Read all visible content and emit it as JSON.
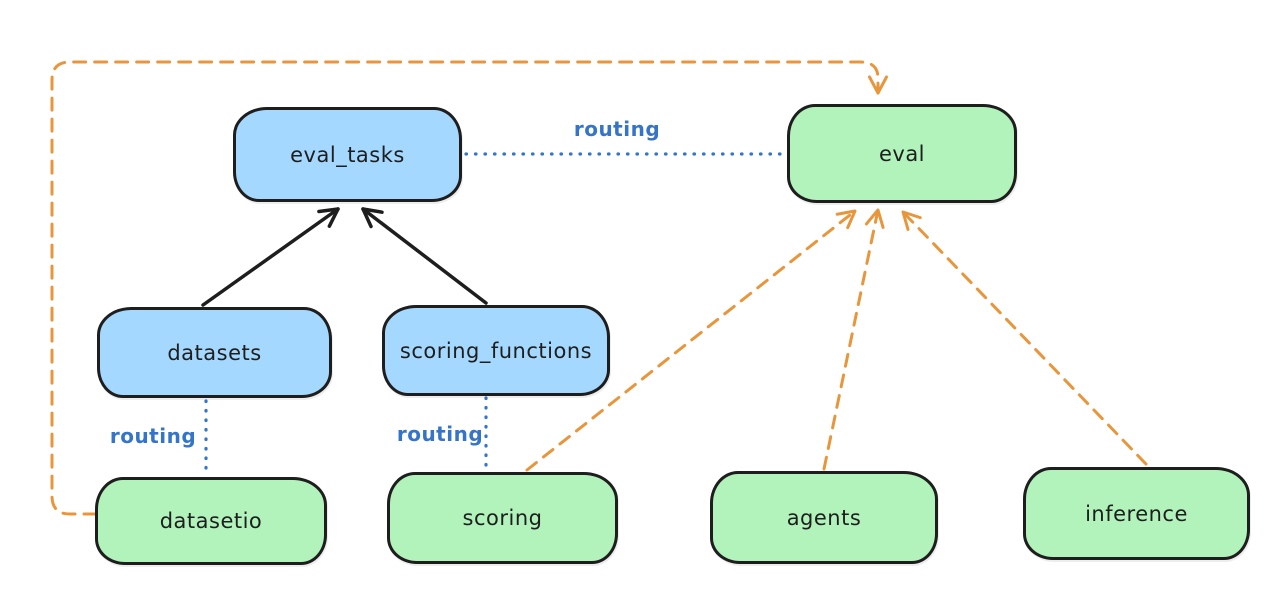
{
  "diagram": {
    "type": "architecture-sketch",
    "nodes": [
      {
        "id": "eval_tasks",
        "label": "eval_tasks",
        "kind": "resource-blue"
      },
      {
        "id": "eval",
        "label": "eval",
        "kind": "api-green"
      },
      {
        "id": "datasets",
        "label": "datasets",
        "kind": "resource-blue"
      },
      {
        "id": "scoring_functions",
        "label": "scoring_functions",
        "kind": "resource-blue"
      },
      {
        "id": "datasetio",
        "label": "datasetio",
        "kind": "api-green"
      },
      {
        "id": "scoring",
        "label": "scoring",
        "kind": "api-green"
      },
      {
        "id": "agents",
        "label": "agents",
        "kind": "api-green"
      },
      {
        "id": "inference",
        "label": "inference",
        "kind": "api-green"
      }
    ],
    "edges": [
      {
        "from": "datasets",
        "to": "eval_tasks",
        "style": "solid-black-arrow",
        "label": ""
      },
      {
        "from": "scoring_functions",
        "to": "eval_tasks",
        "style": "solid-black-arrow",
        "label": ""
      },
      {
        "from": "eval_tasks",
        "to": "eval",
        "style": "dotted-blue",
        "label": "routing"
      },
      {
        "from": "datasets",
        "to": "datasetio",
        "style": "dotted-blue",
        "label": "routing"
      },
      {
        "from": "scoring_functions",
        "to": "scoring",
        "style": "dotted-blue",
        "label": "routing"
      },
      {
        "from": "datasetio",
        "to": "eval",
        "style": "dashed-orange-arrow",
        "label": ""
      },
      {
        "from": "scoring",
        "to": "eval",
        "style": "dashed-orange-arrow",
        "label": ""
      },
      {
        "from": "agents",
        "to": "eval",
        "style": "dashed-orange-arrow",
        "label": ""
      },
      {
        "from": "inference",
        "to": "eval",
        "style": "dashed-orange-arrow",
        "label": ""
      }
    ],
    "edge_labels": {
      "routing_horizontal": "routing",
      "routing_datasetio": "routing",
      "routing_scoring": "routing"
    },
    "colors": {
      "resource_fill": "#a5d8ff",
      "api_fill": "#b2f2bb",
      "stroke": "#1e1e1e",
      "dependency_orange": "#e8963c",
      "routing_blue": "#3575c9",
      "background": "#ffffff"
    }
  }
}
